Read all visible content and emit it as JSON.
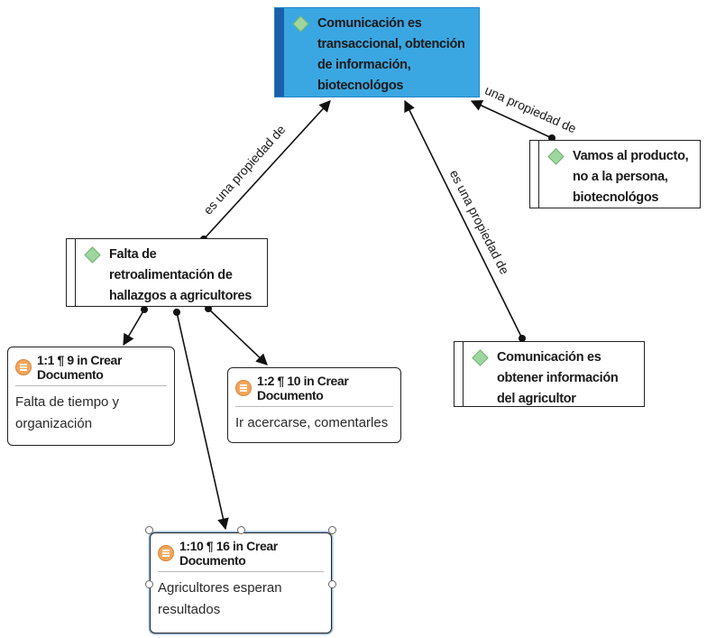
{
  "nodes": {
    "top": {
      "text": "Comunicación es transaccional, obtención de información, biotecnológos"
    },
    "vamos": {
      "text": "Vamos al producto, no a la persona, biotecnológos"
    },
    "falta": {
      "text": "Falta de retroalimentación de hallazgos a agricultores"
    },
    "obtener": {
      "text": "Comunicación es obtener información del agricultor"
    }
  },
  "quotes": {
    "q1": {
      "title": "1:1 ¶ 9 in Crear Documento",
      "text": "Falta de tiempo y organización"
    },
    "q2": {
      "title": "1:2 ¶ 10 in Crear Documento",
      "text": "Ir acercarse, comentarles"
    },
    "q3": {
      "title": "1:10 ¶ 16 in Crear Documento",
      "text": "Agricultores esperan resultados"
    }
  },
  "edges": {
    "falta_top": "es una propiedad de",
    "obtener_top": "es una propiedad de",
    "vamos_top": "una propiedad de"
  },
  "colors": {
    "selected_fill": "#3aa7e2",
    "code_diamond": "#9fd69f",
    "quote_icon": "#f2a65a"
  }
}
